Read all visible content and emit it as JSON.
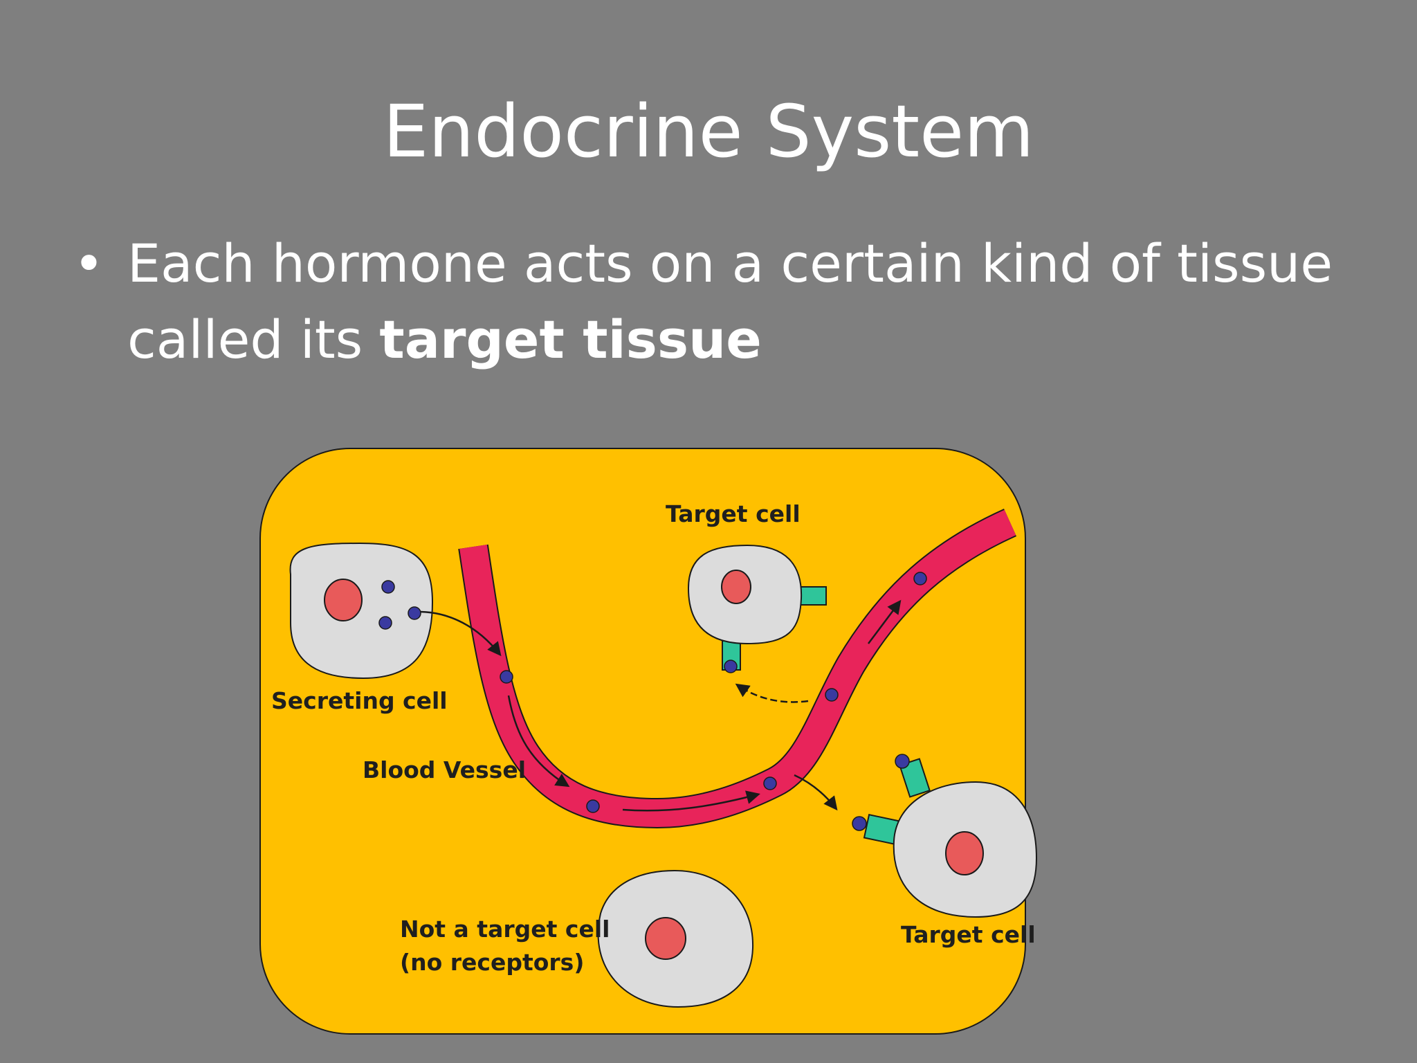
{
  "slide": {
    "title": "Endocrine System",
    "bullet_symbol": "•",
    "bullet_text_before": "Each hormone acts on a certain kind of tissue called its ",
    "bullet_text_bold": "target tissue"
  },
  "diagram": {
    "labels": {
      "target_cell_top": "Target cell",
      "secreting_cell": "Secreting cell",
      "blood_vessel": "Blood Vessel",
      "not_target_line1": "Not a target cell",
      "not_target_line2": "(no receptors)",
      "target_cell_right": "Target cell"
    },
    "colors": {
      "background": "#7f7f7f",
      "panel": "#ffc000",
      "cell": "#dcdcdc",
      "nucleus": "#e85a5a",
      "vessel": "#e8245a",
      "hormone": "#3a3aa0",
      "receptor": "#2fc59a"
    }
  }
}
